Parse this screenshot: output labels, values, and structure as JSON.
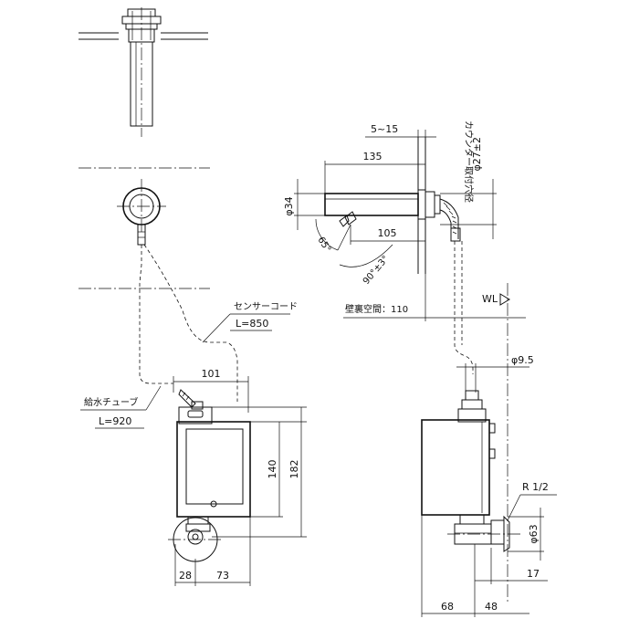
{
  "labels": {
    "sensor_cord": "センサーコード",
    "sensor_cord_len": "L=850",
    "supply_tube": "給水チューブ",
    "supply_tube_len": "L=920",
    "counter_hole": "カウンター取付穴径",
    "counter_hole_dia": "φ27±2",
    "wall_space": "壁裏空間：110",
    "wl": "WL",
    "angle_65": "65°",
    "angle_90": "90°±3°",
    "thread": "R 1/2"
  },
  "dims": {
    "d5_15": "5~15",
    "d135": "135",
    "d34": "φ34",
    "d105": "105",
    "d101": "101",
    "d140": "140",
    "d182": "182",
    "d28": "28",
    "d73": "73",
    "d9_5": "φ9.5",
    "d63": "φ63",
    "d17": "17",
    "d68": "68",
    "d48": "48"
  }
}
